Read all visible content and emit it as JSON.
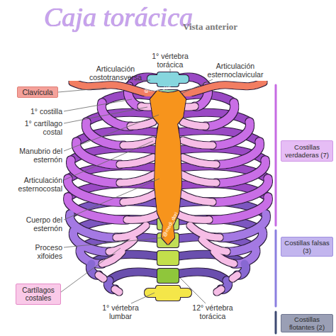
{
  "diagram": {
    "title": "Caja torácica",
    "nodes": [
      {
        "text": [
          "Clavícula"
        ]
      },
      {
        "text": [
          "Costillas verdaderas (7)"
        ]
      },
      {
        "text": [
          "Costillas falsas (3)"
        ]
      },
      {
        "text": [
          "Cartílagos costales"
        ]
      },
      {
        "text": [
          "Costillas flotantes (2)"
        ]
      }
    ],
    "labels": [
      "Vista anterior",
      "Articulación costotransversa",
      "1° vértebra torácica",
      "Articulación esternoclavicular",
      "1° costilla",
      "1° cartílago costal",
      "Manubrio del esternón",
      "Articulación esternocostal",
      "Cuerpo del esternón",
      "Proceso xifoides",
      "1° vértebra lumbar",
      "12° vértebra torácica",
      "@medi_dori",
      "@medi_dori"
    ]
  }
}
